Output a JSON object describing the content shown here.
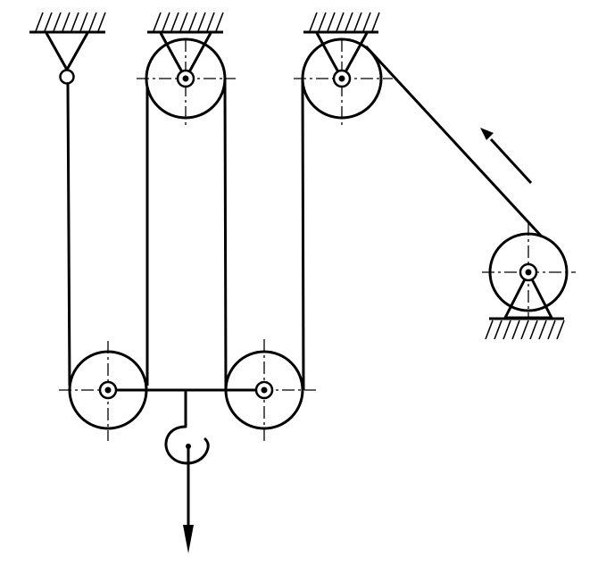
{
  "diagram": {
    "kind": "pulley-hoist-system",
    "stroke_color": "#000000",
    "background_color": "#ffffff",
    "components": {
      "fixed_supports": 4,
      "fixed_pulleys": 3,
      "movable_pulleys": 2,
      "anchor_points": 1,
      "hooks": 1,
      "rope_direction_arrows": 1,
      "load_force_arrows": 1
    }
  }
}
